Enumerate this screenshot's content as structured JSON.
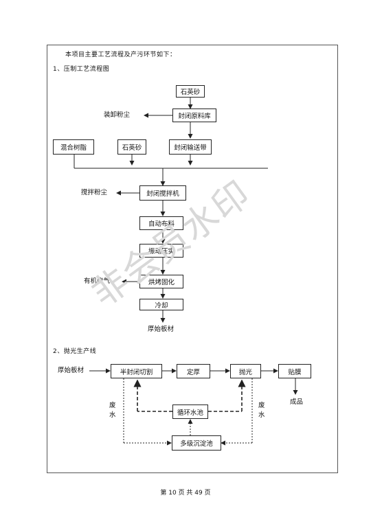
{
  "intro": "本项目主要工艺流程及产污环节如下：",
  "section1_title": "1、压制工艺流程图",
  "section2_title": "2、抛光生产线",
  "watermark": "非会员水印",
  "footer": "第 10 页 共 49 页",
  "flow1": {
    "quartz_top": "石英砂",
    "unload_dust": "装卸粉尘",
    "sealed_silo": "封闭原料库",
    "mixed_resin": "混合树脂",
    "quartz_mid": "石英砂",
    "sealed_conveyor": "封闭输送带",
    "stir_dust": "搅拌粉尘",
    "sealed_mixer": "封闭搅拌机",
    "auto_spread": "自动布料",
    "vibro_press": "振动压实",
    "organic_gas": "有机废气",
    "bake_cure": "烘烤固化",
    "cooling": "冷却",
    "raw_slab": "厚始板材"
  },
  "flow2": {
    "raw_slab_in": "厚始板材",
    "semi_cut": "半封闭切割",
    "fix_thickness": "定厚",
    "polish": "抛光",
    "film": "贴膜",
    "product": "成品",
    "waste_water_left": "废\n水",
    "waste_water_right": "废\n水",
    "recycle_pool": "循环水池",
    "sediment_pool": "多级沉淀池"
  }
}
